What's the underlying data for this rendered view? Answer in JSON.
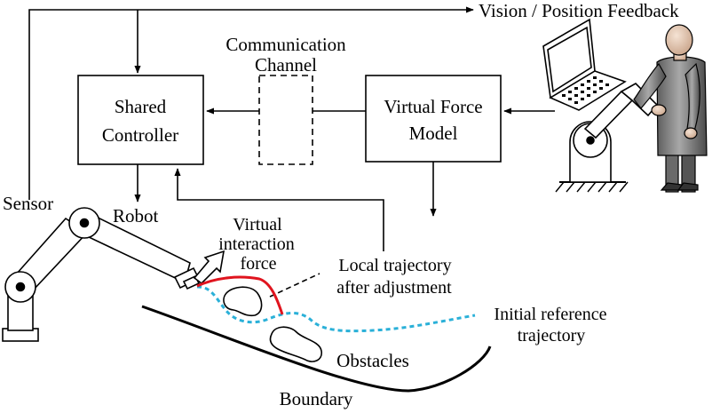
{
  "labels": {
    "vision_feedback": "Vision / Position Feedback",
    "comm_line1": "Communication",
    "comm_line2": "Channel",
    "shared_line1": "Shared",
    "shared_line2": "Controller",
    "vf_line1": "Virtual Force",
    "vf_line2": "Model",
    "sensor": "Sensor",
    "robot": "Robot",
    "virtual_line1": "Virtual",
    "virtual_line2": "interaction",
    "virtual_line3": "force",
    "local_line1": "Local trajectory",
    "local_line2": "after adjustment",
    "initial_line1": "Initial reference",
    "initial_line2": "trajectory",
    "obstacles": "Obstacles",
    "boundary": "Boundary"
  },
  "colors": {
    "adjusted_trajectory": "#e0141e",
    "reference_trajectory": "#2ab0d8",
    "operator_body": "#8a8a8a"
  },
  "icons": {
    "robot_arm": "robot-arm-icon",
    "operator": "operator-icon",
    "laptop": "laptop-icon",
    "haptic_device": "haptic-device-icon"
  }
}
